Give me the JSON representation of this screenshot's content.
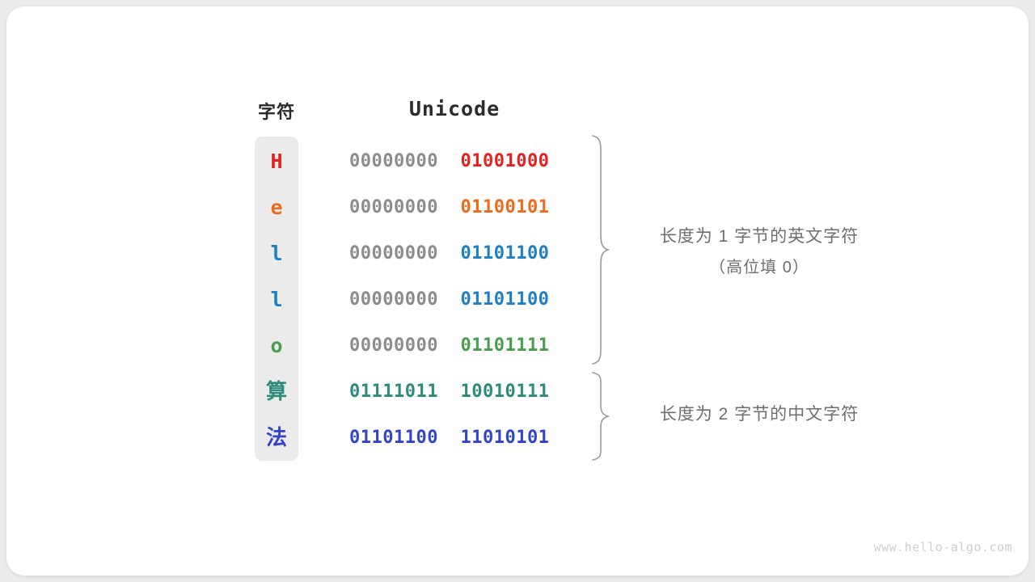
{
  "background_color": "#ebebeb",
  "card_color": "#ffffff",
  "headers": {
    "character": "字符",
    "unicode": "Unicode"
  },
  "rows": [
    {
      "char": "H",
      "char_color": "#e3211d",
      "high_bits": "00000000",
      "low_bits": "01001000",
      "low_color": "#e3211d",
      "is_cjk": false
    },
    {
      "char": "e",
      "char_color": "#ed6a1c",
      "high_bits": "00000000",
      "low_bits": "01100101",
      "low_color": "#ed6a1c",
      "is_cjk": false
    },
    {
      "char": "l",
      "char_color": "#1f7fc4",
      "high_bits": "00000000",
      "low_bits": "01101100",
      "low_color": "#1f7fc4",
      "is_cjk": false
    },
    {
      "char": "l",
      "char_color": "#1f7fc4",
      "high_bits": "00000000",
      "low_bits": "01101100",
      "low_color": "#1f7fc4",
      "is_cjk": false
    },
    {
      "char": "o",
      "char_color": "#4a9c4e",
      "high_bits": "00000000",
      "low_bits": "01101111",
      "low_color": "#4a9c4e",
      "is_cjk": false
    },
    {
      "char": "算",
      "char_color": "#2e8b7a",
      "high_bits": "01111011",
      "low_bits": "10010111",
      "low_color": "#2e8b7a",
      "high_color": "#2e8b7a",
      "is_cjk": true
    },
    {
      "char": "法",
      "char_color": "#3344cc",
      "high_bits": "01101100",
      "low_bits": "11010101",
      "low_color": "#3344cc",
      "high_color": "#3344cc",
      "is_cjk": true
    }
  ],
  "high_bits_color": "#8c8c8c",
  "annotations": [
    {
      "line1": "长度为 1 字节的英文字符",
      "line2": "（高位填 0）"
    },
    {
      "line1": "长度为 2 字节的中文字符",
      "line2": ""
    }
  ],
  "brace_color": "#9a9a9a",
  "watermark": "www.hello-algo.com"
}
